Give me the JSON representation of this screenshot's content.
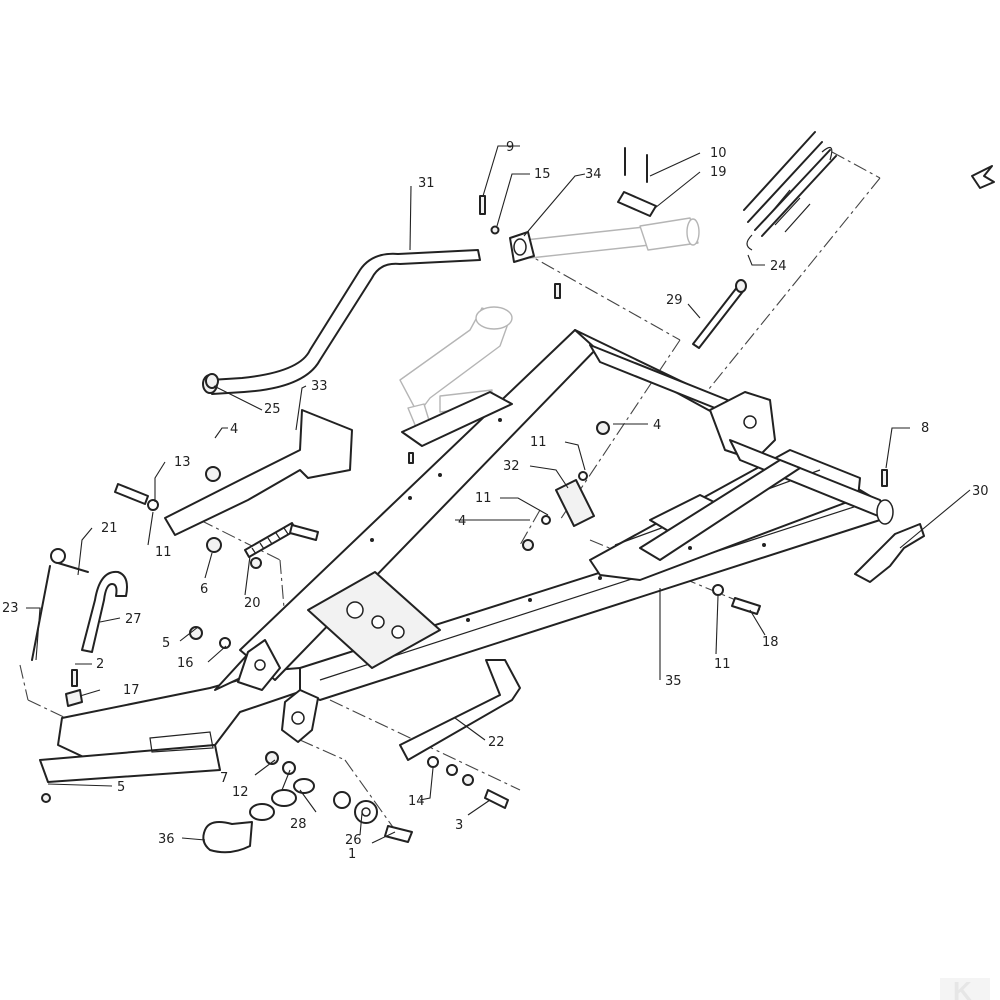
{
  "callouts": [
    {
      "id": "c1",
      "text": "1"
    },
    {
      "id": "c2",
      "text": "2"
    },
    {
      "id": "c3",
      "text": "3"
    },
    {
      "id": "c4a",
      "text": "4"
    },
    {
      "id": "c4b",
      "text": "4"
    },
    {
      "id": "c4c",
      "text": "4"
    },
    {
      "id": "c5a",
      "text": "5"
    },
    {
      "id": "c5b",
      "text": "5"
    },
    {
      "id": "c6",
      "text": "6"
    },
    {
      "id": "c7",
      "text": "7"
    },
    {
      "id": "c8",
      "text": "8"
    },
    {
      "id": "c9",
      "text": "9"
    },
    {
      "id": "c10",
      "text": "10"
    },
    {
      "id": "c11a",
      "text": "11"
    },
    {
      "id": "c11b",
      "text": "11"
    },
    {
      "id": "c11c",
      "text": "11"
    },
    {
      "id": "c11d",
      "text": "11"
    },
    {
      "id": "c12",
      "text": "12"
    },
    {
      "id": "c13",
      "text": "13"
    },
    {
      "id": "c14",
      "text": "14"
    },
    {
      "id": "c15",
      "text": "15"
    },
    {
      "id": "c16",
      "text": "16"
    },
    {
      "id": "c17",
      "text": "17"
    },
    {
      "id": "c18",
      "text": "18"
    },
    {
      "id": "c19",
      "text": "19"
    },
    {
      "id": "c20",
      "text": "20"
    },
    {
      "id": "c21",
      "text": "21"
    },
    {
      "id": "c22",
      "text": "22"
    },
    {
      "id": "c23",
      "text": "23"
    },
    {
      "id": "c24",
      "text": "24"
    },
    {
      "id": "c25",
      "text": "25"
    },
    {
      "id": "c26",
      "text": "26"
    },
    {
      "id": "c27",
      "text": "27"
    },
    {
      "id": "c28",
      "text": "28"
    },
    {
      "id": "c29",
      "text": "29"
    },
    {
      "id": "c30",
      "text": "30"
    },
    {
      "id": "c31",
      "text": "31"
    },
    {
      "id": "c32",
      "text": "32"
    },
    {
      "id": "c33",
      "text": "33"
    },
    {
      "id": "c34",
      "text": "34"
    },
    {
      "id": "c35",
      "text": "35"
    },
    {
      "id": "c36",
      "text": "36"
    }
  ],
  "watermark": {
    "text": "K"
  },
  "colors": {
    "line": "#222222",
    "ghost": "#b5b5b5",
    "background": "#ffffff"
  },
  "icons": {
    "orientation": "direction-arrow-icon",
    "brand": "brand-logo-icon"
  }
}
